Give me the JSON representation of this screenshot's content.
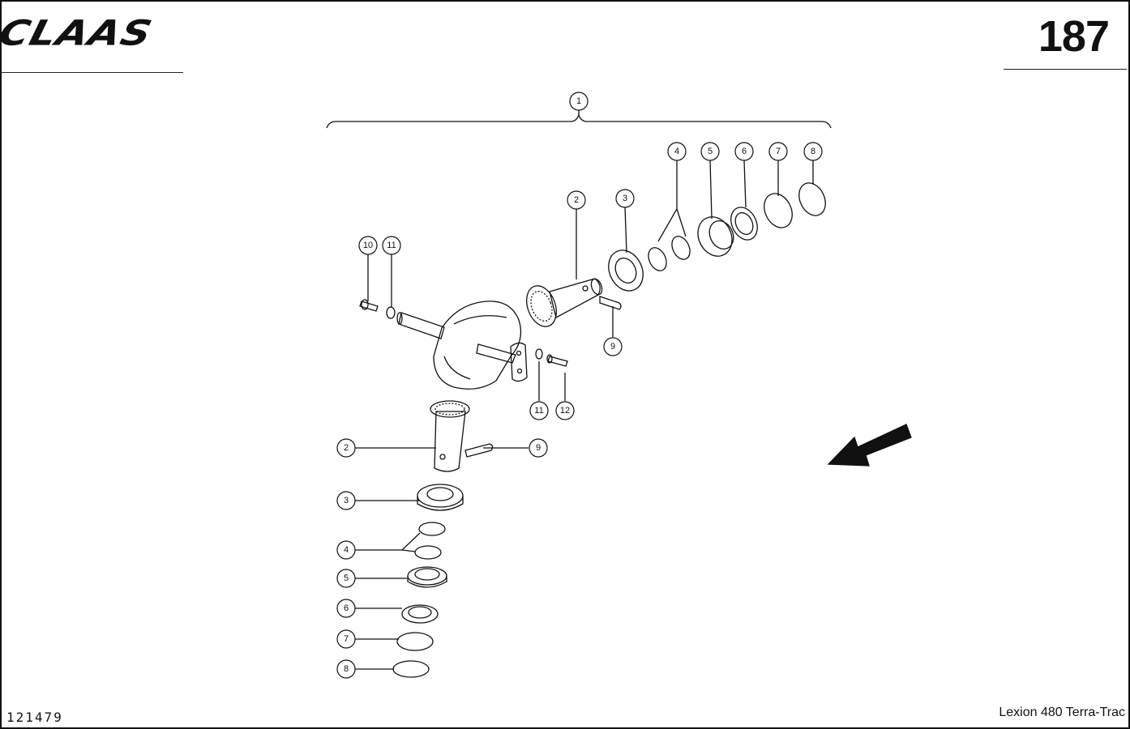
{
  "header": {
    "brand": "CLAAS",
    "page_number": "187"
  },
  "footer": {
    "drawing_number": "121479",
    "model": "Lexion 480 Terra-Trac"
  },
  "callouts": [
    {
      "id": "c1",
      "label": "1"
    },
    {
      "id": "c2a",
      "label": "2"
    },
    {
      "id": "c3a",
      "label": "3"
    },
    {
      "id": "c4a",
      "label": "4"
    },
    {
      "id": "c5a",
      "label": "5"
    },
    {
      "id": "c6a",
      "label": "6"
    },
    {
      "id": "c7a",
      "label": "7"
    },
    {
      "id": "c8a",
      "label": "8"
    },
    {
      "id": "c9a",
      "label": "9"
    },
    {
      "id": "c10",
      "label": "10"
    },
    {
      "id": "c11a",
      "label": "11"
    },
    {
      "id": "c11b",
      "label": "11"
    },
    {
      "id": "c12",
      "label": "12"
    },
    {
      "id": "c2b",
      "label": "2"
    },
    {
      "id": "c9b",
      "label": "9"
    },
    {
      "id": "c3b",
      "label": "3"
    },
    {
      "id": "c4b",
      "label": "4"
    },
    {
      "id": "c5b",
      "label": "5"
    },
    {
      "id": "c6b",
      "label": "6"
    },
    {
      "id": "c7b",
      "label": "7"
    },
    {
      "id": "c8b",
      "label": "8"
    }
  ]
}
